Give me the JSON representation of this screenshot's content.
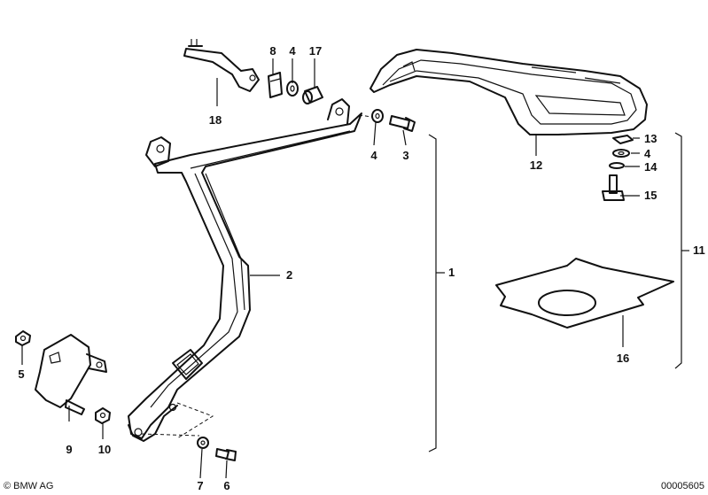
{
  "labels": {
    "p1": "1",
    "p2": "2",
    "p3": "3",
    "p4a": "4",
    "p4b": "4",
    "p4c": "4",
    "p5": "5",
    "p6": "6",
    "p7": "7",
    "p8": "8",
    "p9": "9",
    "p10": "10",
    "p11": "11",
    "p12": "12",
    "p13": "13",
    "p14": "14",
    "p15": "15",
    "p16": "16",
    "p17": "17",
    "p18": "18"
  },
  "footer": {
    "copyright": "© BMW AG",
    "code": "00005605"
  }
}
